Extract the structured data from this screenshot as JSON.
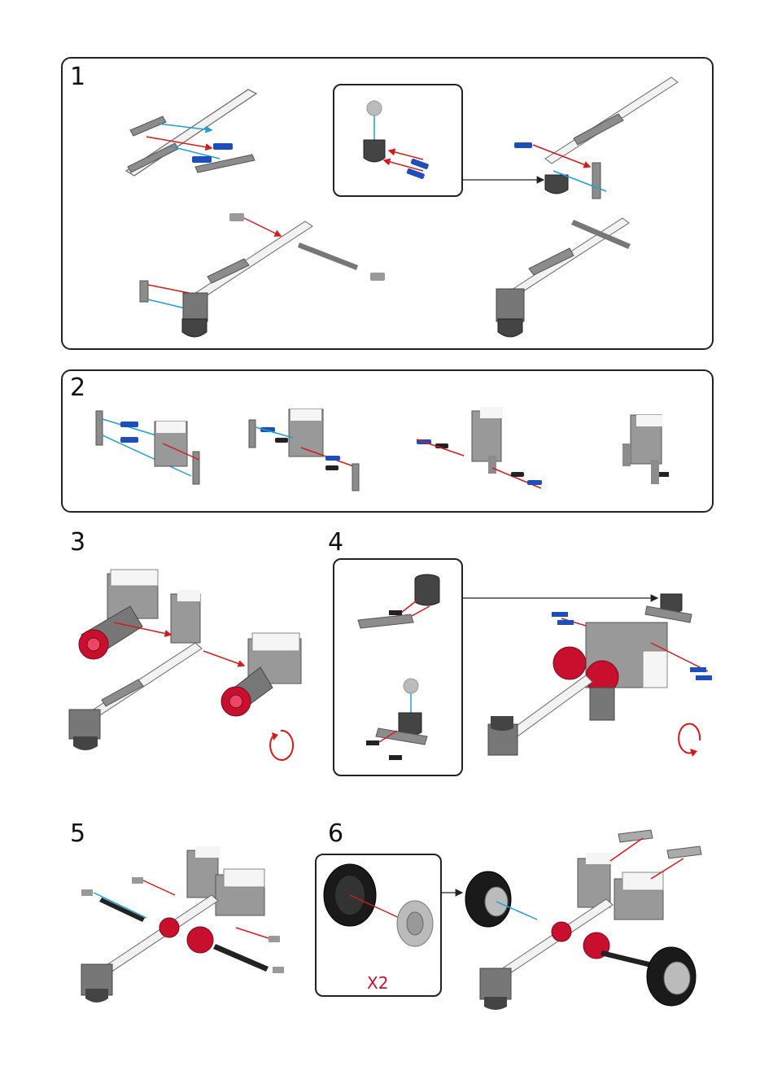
{
  "steps": [
    {
      "label": "1"
    },
    {
      "label": "2"
    },
    {
      "label": "3"
    },
    {
      "label": "4"
    },
    {
      "label": "5"
    },
    {
      "label": "6"
    }
  ],
  "step6_multiplier": "X2",
  "icons": {
    "rotate": "rotate-icon",
    "connector_arrow": "arrow-right-icon"
  },
  "colors": {
    "frame": "#222222",
    "beam_gray": "#8c8c8c",
    "beam_white": "#f2f2f2",
    "pin_blue": "#1e4fb8",
    "pin_black": "#222222",
    "motor_red": "#c8102e",
    "guide_red": "#d61a1a",
    "guide_cyan": "#1aa0d6",
    "tire_black": "#1a1a1a"
  }
}
